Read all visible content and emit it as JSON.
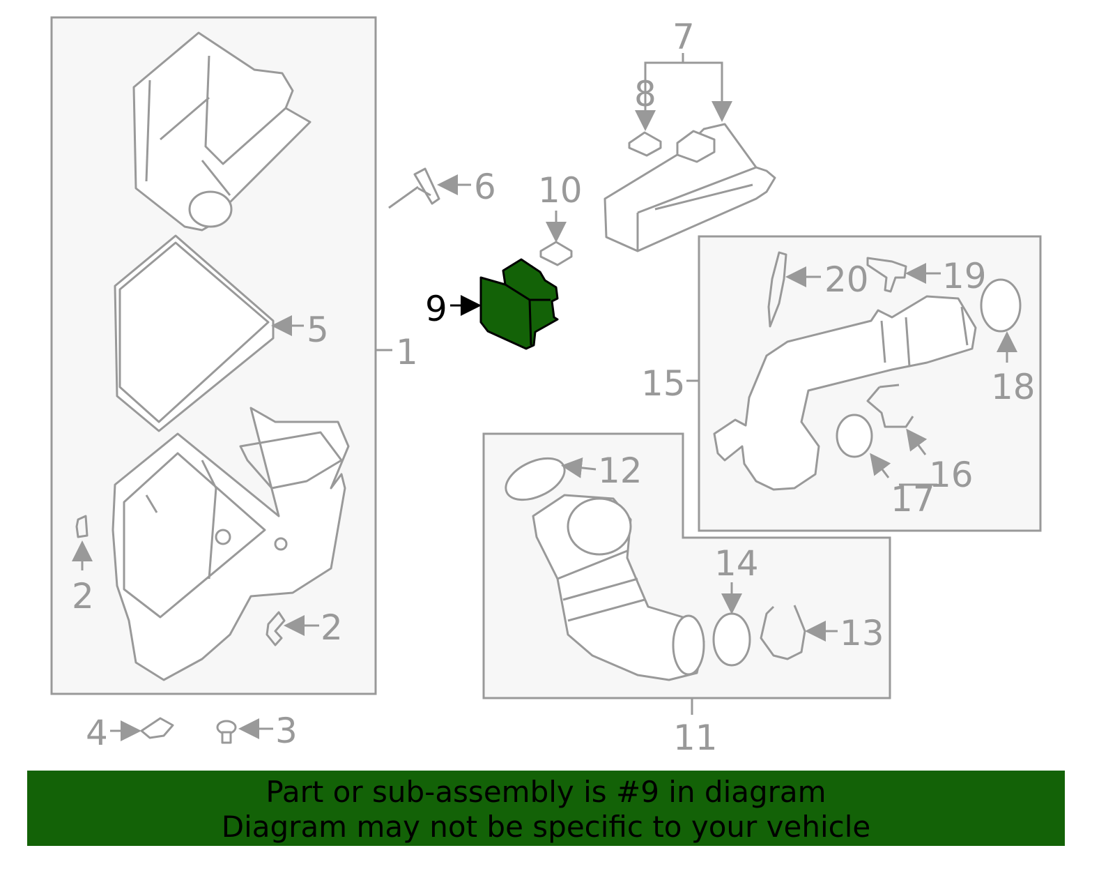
{
  "diagram": {
    "highlight_color": "#136207",
    "line_color": "#999999",
    "highlighted_part": "9",
    "callouts": [
      "1",
      "2",
      "2",
      "3",
      "4",
      "5",
      "6",
      "7",
      "8",
      "9",
      "10",
      "11",
      "12",
      "13",
      "14",
      "15",
      "16",
      "17",
      "18",
      "19",
      "20"
    ]
  },
  "banner": {
    "line1": "Part or sub-assembly is #9 in diagram",
    "line2": "Diagram may not be specific to your vehicle"
  }
}
